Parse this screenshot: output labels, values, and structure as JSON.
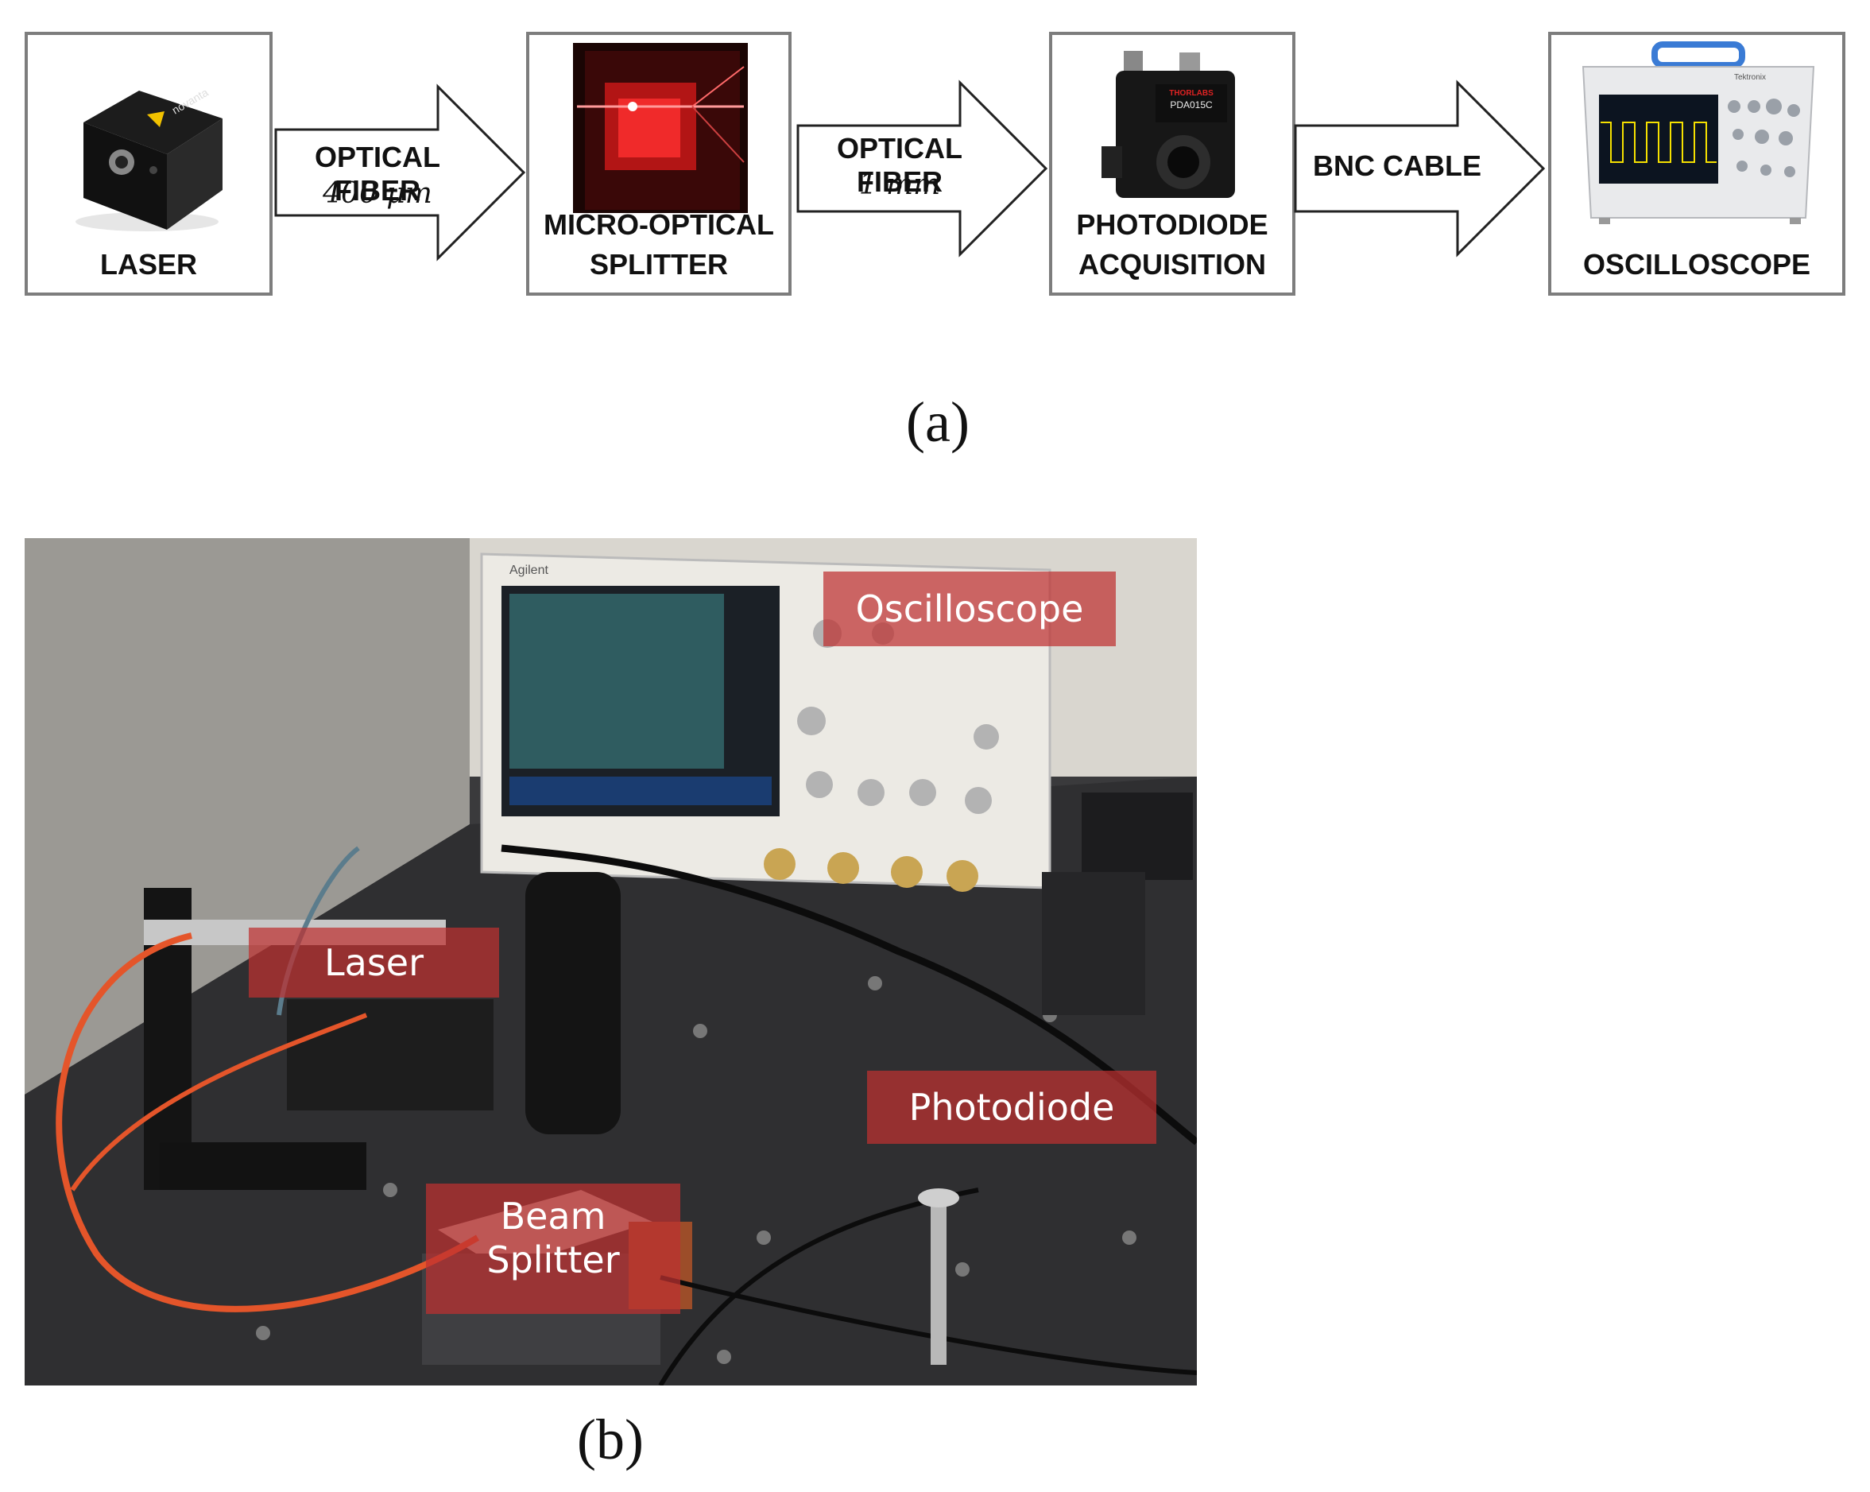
{
  "panel_a": {
    "caption": "(a)",
    "blocks": [
      {
        "label": "LASER"
      },
      {
        "label_line1": "MICRO-OPTICAL",
        "label_line2": "SPLITTER"
      },
      {
        "label_line1": "PHOTODIODE",
        "label_line2": "ACQUISITION"
      },
      {
        "label": "OSCILLOSCOPE"
      }
    ],
    "arrows": [
      {
        "label": "OPTICAL FIBER",
        "value": "400 μm"
      },
      {
        "label": "OPTICAL FIBER",
        "value": "1 mm"
      },
      {
        "label": "BNC CABLE"
      }
    ],
    "device_text": {
      "laser_brand": "novanta",
      "photodiode_model": "PDA015C",
      "photodiode_brand": "THORLABS",
      "scope_brand": "Tektronix"
    }
  },
  "panel_b": {
    "caption": "(b)",
    "labels": {
      "oscilloscope": "Oscilloscope",
      "laser": "Laser",
      "photodiode": "Photodiode",
      "beam_splitter_line1": "Beam",
      "beam_splitter_line2": "Splitter"
    },
    "scope_brand": "Agilent"
  }
}
